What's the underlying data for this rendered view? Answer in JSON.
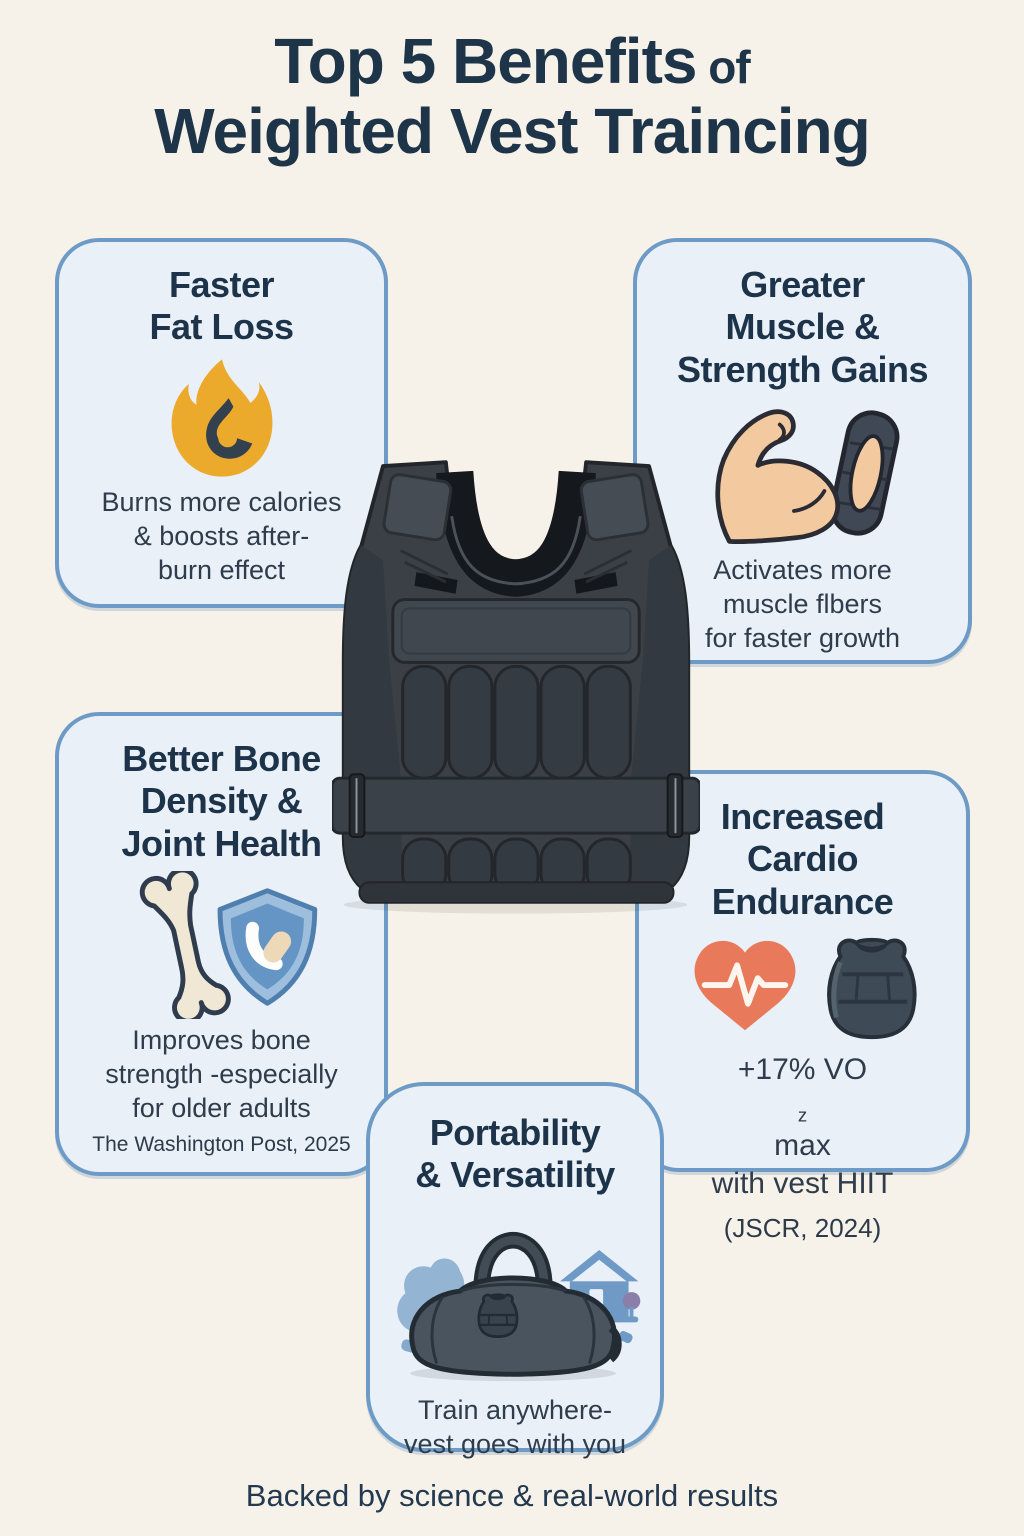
{
  "title": {
    "line1_main": "Top 5 Benefits",
    "line1_small": " of",
    "line2": "Weighted Vest Traincing"
  },
  "footer": "Backed by science & real-world results",
  "colors": {
    "page_background": "#f7f2e9",
    "card_background": "#e9f0f8",
    "card_border": "#6d9bc6",
    "heading_navy": "#1c3349",
    "body_text": "#2f3c4b",
    "flame_yellow": "#ecaa2d",
    "heart_coral": "#e87a5b",
    "shield_blue": "#6495c4",
    "skin_tone": "#f3c9a0",
    "vest_charcoal": "#3a4046",
    "bag_slate": "#4a545f",
    "scene_light_blue": "#85a9cd"
  },
  "icons": {
    "card1": "flame-calorie-icon",
    "card2": "bicep-weight-cuff-icon",
    "card3": "bone-shield-icon",
    "card4": "heart-ekg-icon and mini-vest-icon",
    "card5": "duffel-bag-home-scene-icon",
    "center": "weighted-vest-photo"
  },
  "cards": [
    {
      "id": "faster-fat-loss",
      "heading_lines": [
        "Faster",
        "Fat Loss"
      ],
      "body_lines": [
        "Burns more calories",
        "& boosts after-",
        "burn effect"
      ]
    },
    {
      "id": "muscle-strength",
      "heading_lines": [
        "Greater",
        "Muscle &",
        "Strength Gains"
      ],
      "body_lines": [
        "Activates more",
        "muscle flbers",
        "for faster growth"
      ]
    },
    {
      "id": "bone-joint",
      "heading_lines": [
        "Better Bone",
        "Density &",
        "Joint Health"
      ],
      "body_lines": [
        "Improves bone",
        "strength -especially",
        "for older adults"
      ],
      "citation": "The Washington Post, 2025"
    },
    {
      "id": "cardio-endurance",
      "heading_lines": [
        "Increased",
        "Cardio",
        "Endurance"
      ],
      "body": {
        "line1_pre": "+17% VO",
        "line1_sub": "z",
        "line1_post": " max",
        "line2": "with vest HIIT"
      },
      "citation": "(JSCR, 2024)"
    },
    {
      "id": "portability",
      "heading_lines": [
        "Portability",
        "& Versatility"
      ],
      "body_lines": [
        "Train anywhere-",
        "vest goes with you"
      ]
    }
  ]
}
